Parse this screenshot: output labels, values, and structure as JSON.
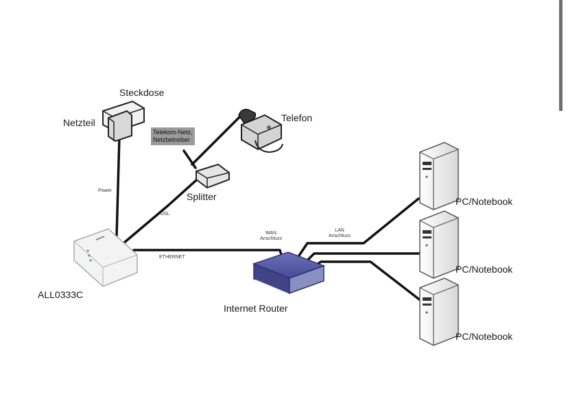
{
  "labels": {
    "steckdose": "Steckdose",
    "netzteil": "Netzteil",
    "telefon": "Telefon",
    "telekom_line1": "Telekom-Netz,",
    "telekom_line2": "Netzbetreiber",
    "splitter": "Splitter",
    "power": "Power",
    "dsl": "DSL",
    "all0333c": "ALL0333C",
    "ethernet": "ETHERNET",
    "wan_line1": "WAN",
    "wan_line2": "Anschluss",
    "lan_line1": "LAN",
    "lan_line2": "Anschluss",
    "internet_router": "Internet Router",
    "pc1": "PC/Notebook",
    "pc2": "PC/Notebook",
    "pc3": "PC/Notebook"
  },
  "colors": {
    "router": "#4a4f9a",
    "cable": "#111111",
    "device": "#f2f2f2",
    "label_box": "#9a9a9a"
  }
}
